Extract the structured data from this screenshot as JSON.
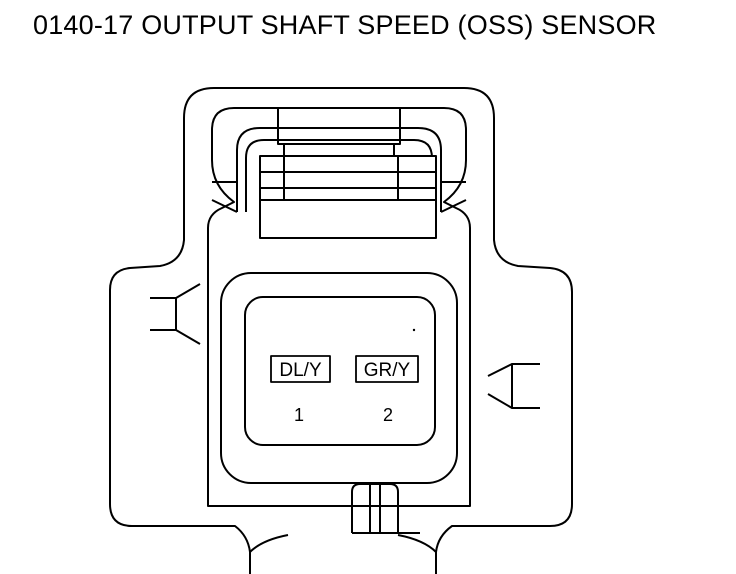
{
  "title": "0140-17 OUTPUT SHAFT SPEED (OSS) SENSOR",
  "connector": {
    "pins": [
      {
        "wire_color": "DL/Y",
        "number": "1"
      },
      {
        "wire_color": "GR/Y",
        "number": "2"
      }
    ]
  },
  "colors": {
    "line": "#000000",
    "background": "#ffffff"
  }
}
